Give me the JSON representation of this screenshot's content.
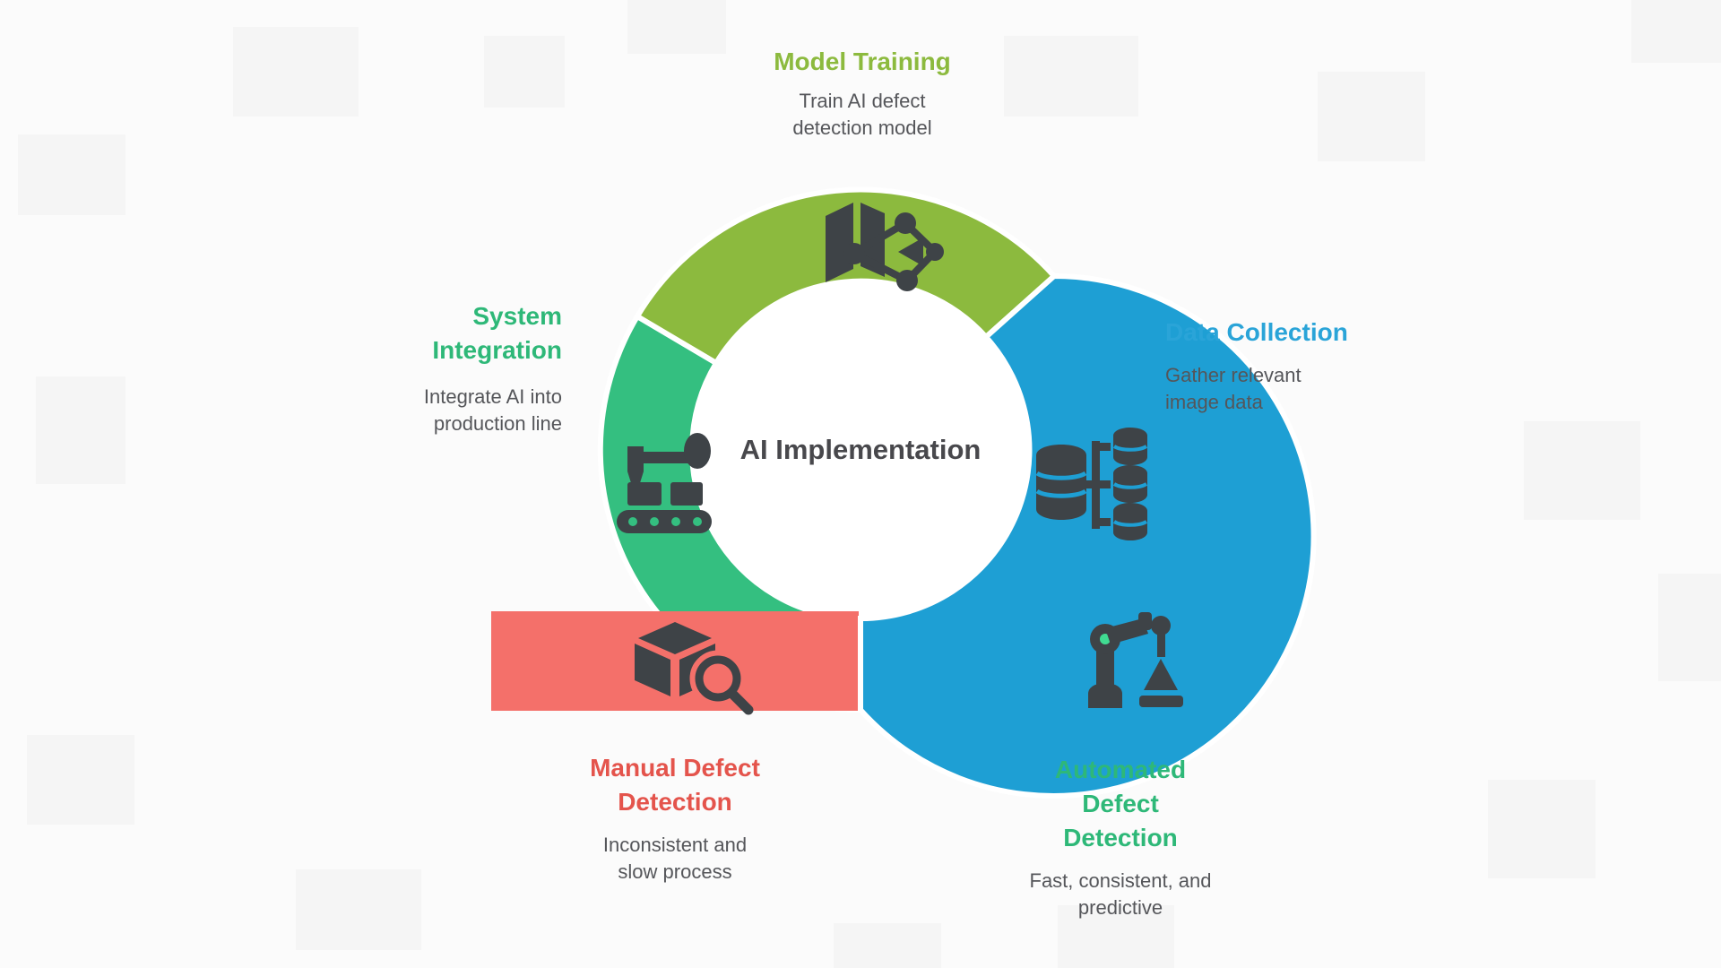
{
  "diagram": {
    "center_label": "AI Implementation",
    "steps": [
      {
        "id": "model-training",
        "title": "Model Training",
        "title_lines": [
          "Model Training"
        ],
        "desc_lines": [
          "Train AI defect",
          "detection model"
        ],
        "color": "#8cba3e",
        "icon": "book-network-icon"
      },
      {
        "id": "data-collection",
        "title": "Data Collection",
        "title_lines": [
          "Data Collection"
        ],
        "desc_lines": [
          "Gather relevant",
          "image data"
        ],
        "color": "#1e9fd4",
        "icon": "database-icon"
      },
      {
        "id": "system-integration",
        "title": "System Integration",
        "title_lines": [
          "System",
          "Integration"
        ],
        "desc_lines": [
          "Integrate AI into",
          "production line"
        ],
        "color": "#2eb878",
        "icon": "factory-conveyor-icon"
      },
      {
        "id": "manual-defect-detection",
        "title": "Manual Defect Detection",
        "title_lines": [
          "Manual Defect",
          "Detection"
        ],
        "desc_lines": [
          "Inconsistent and",
          "slow process"
        ],
        "color": "#e4544c",
        "icon": "cube-magnifier-icon"
      },
      {
        "id": "automated-defect-detection",
        "title": "Automated Defect Detection",
        "title_lines": [
          "Automated",
          "Defect",
          "Detection"
        ],
        "desc_lines": [
          "Fast, consistent, and",
          "predictive"
        ],
        "color": "#2eb878",
        "icon": "robot-arm-icon"
      }
    ],
    "shape_colors": {
      "model_training_segment": "#8cba3e",
      "data_collection_segment": "#1e9fd4",
      "system_integration_segment": "#34bf80",
      "manual_bar": "#f4706a",
      "automated_arrow": "#40dc92",
      "icon_color": "#3e4347",
      "center_text": "#48484c",
      "description_text": "#55565a"
    }
  }
}
